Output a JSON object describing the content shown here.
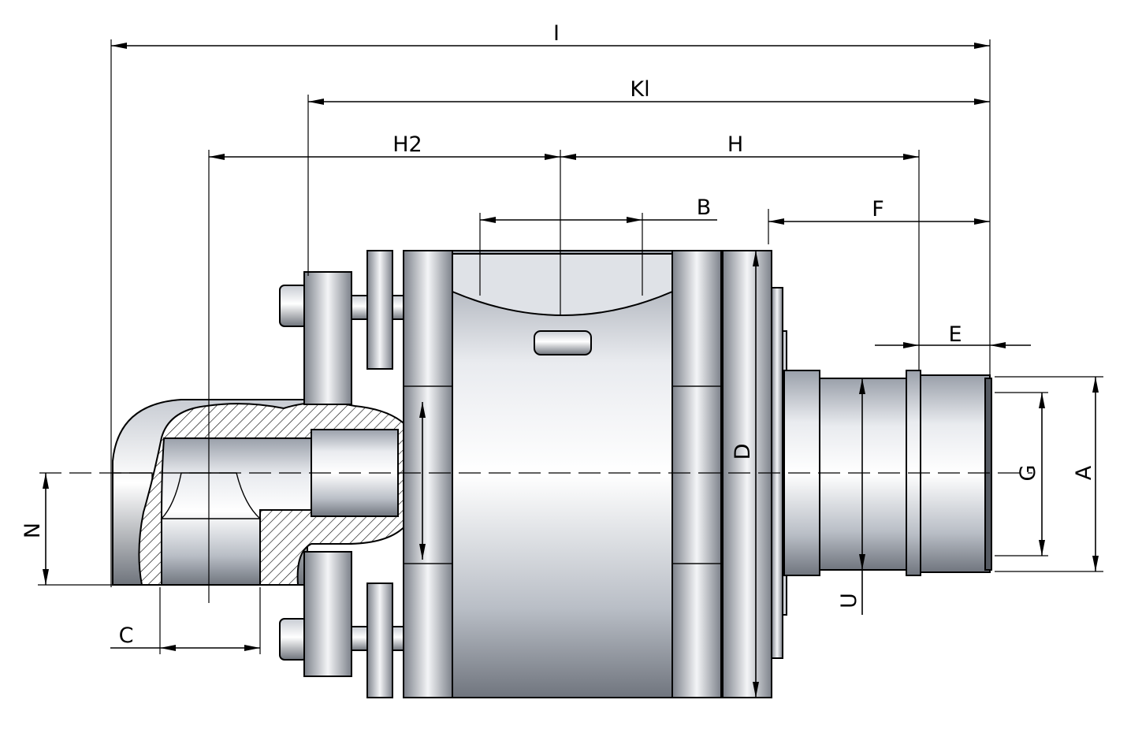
{
  "dimensions": {
    "I": "I",
    "KI": "Kl",
    "H2": "H2",
    "H": "H",
    "B": "B",
    "F": "F",
    "E": "E",
    "D": "D",
    "G": "G",
    "A": "A",
    "U": "U",
    "N": "N",
    "C": "C"
  }
}
